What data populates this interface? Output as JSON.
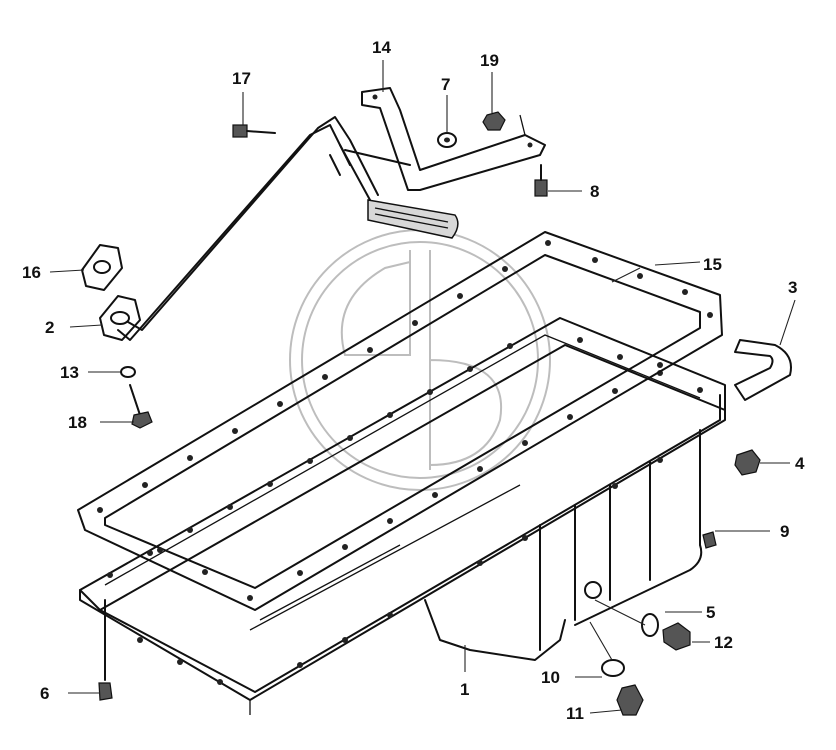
{
  "callouts": [
    {
      "id": "c1",
      "text": "1"
    },
    {
      "id": "c2",
      "text": "2"
    },
    {
      "id": "c3",
      "text": "3"
    },
    {
      "id": "c4",
      "text": "4"
    },
    {
      "id": "c5",
      "text": "5"
    },
    {
      "id": "c6",
      "text": "6"
    },
    {
      "id": "c7",
      "text": "7"
    },
    {
      "id": "c8",
      "text": "8"
    },
    {
      "id": "c9",
      "text": "9"
    },
    {
      "id": "c10",
      "text": "10"
    },
    {
      "id": "c11",
      "text": "11"
    },
    {
      "id": "c12",
      "text": "12"
    },
    {
      "id": "c13",
      "text": "13"
    },
    {
      "id": "c14",
      "text": "14"
    },
    {
      "id": "c15",
      "text": "15"
    },
    {
      "id": "c16",
      "text": "16"
    },
    {
      "id": "c17",
      "text": "17"
    },
    {
      "id": "c18",
      "text": "18"
    },
    {
      "id": "c19",
      "text": "19"
    }
  ],
  "watermark": {
    "icon": "cp-logo-watermark"
  },
  "colors": {
    "line": "#111111",
    "watermark": "#bdbdbd",
    "background": "#ffffff"
  }
}
